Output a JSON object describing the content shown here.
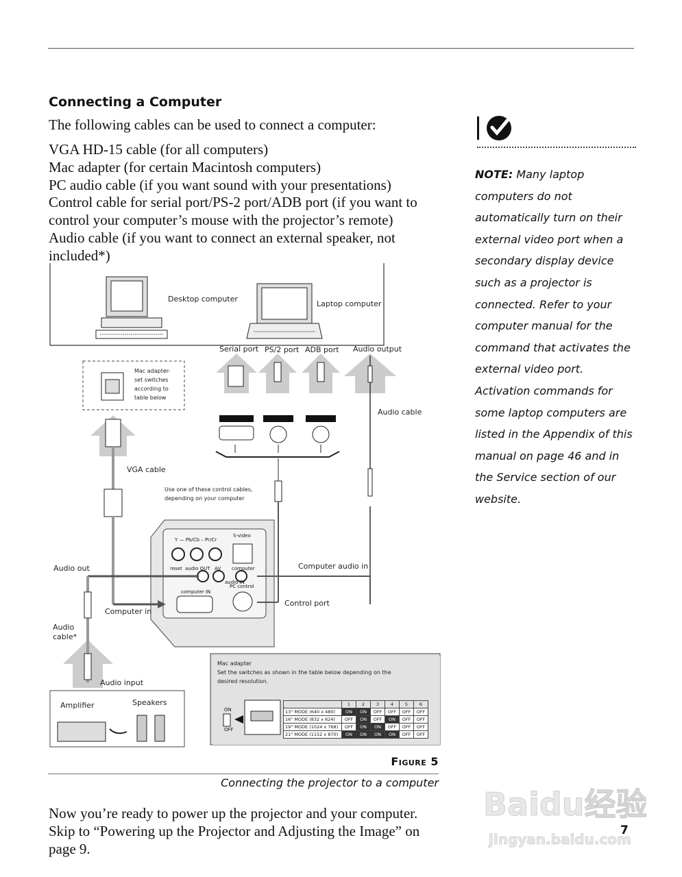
{
  "section_title": "Connecting a Computer",
  "intro": "The following cables can be used to connect a computer:",
  "cables": [
    "VGA HD-15 cable (for all computers)",
    "Mac adapter (for certain Macintosh computers)",
    "PC audio cable (if you want sound with your presentations)",
    "Control cable for serial port/PS-2 port/ADB port (if you want to",
    "control your computer’s mouse with the projector’s remote)",
    "Audio cable (if you want to connect an external speaker, not",
    "included*)"
  ],
  "note": {
    "label": "NOTE:",
    "text": " Many laptop computers do not automatically turn on their external video port when a secondary display device such as a projector is connected. Refer to your computer manual for the command that activates the external video port. Activation commands for some laptop computers are listed in the Appendix of this manual on page 46 and in the Service section of our website."
  },
  "diagram": {
    "desktop_computer": "Desktop computer",
    "laptop_computer": "Laptop computer",
    "serial_port": "Serial port",
    "ps2_port": "PS/2 port",
    "adb_port": "ADB port",
    "audio_output": "Audio output",
    "mac_adapter_note_1": "Mac adapter-",
    "mac_adapter_note_2": "set switches",
    "mac_adapter_note_3": "according to",
    "mac_adapter_note_4": "table below",
    "audio_cable": "Audio cable",
    "vga_cable": "VGA cable",
    "control_cables_1": "Use one of these control cables,",
    "control_cables_2": "depending on your computer",
    "audio_out": "Audio out",
    "computer_audio_in": "Computer audio in",
    "computer_in": "Computer in",
    "control_port": "Control port",
    "audio_cable_star_1": "Audio",
    "audio_cable_star_2": "cable*",
    "audio_input": "Audio input",
    "amplifier": "Amplifier",
    "speakers": "Speakers",
    "panel": {
      "ypbpr": "Y — Pb/Cb – Pr/Cr",
      "svideo": "S-video",
      "reset": "reset",
      "audio_out": "audio OUT",
      "av": "AV",
      "computer": "computer",
      "audio_in": "audio IN",
      "computer_in": "computer IN",
      "pc_control": "PC control"
    },
    "mac_box": {
      "title": "Mac adapter",
      "text_1": "Set the switches as shown in the table below depending on the",
      "text_2": "desired resolution.",
      "on": "ON",
      "off": "OFF"
    }
  },
  "switch_table": {
    "columns": [
      "1",
      "2",
      "3",
      "4",
      "5",
      "6"
    ],
    "rows": [
      {
        "mode": "13\" MODE (640 x 480)",
        "values": [
          "ON",
          "ON",
          "OFF",
          "OFF",
          "OFF",
          "OFF"
        ]
      },
      {
        "mode": "16\" MODE (832 x 624)",
        "values": [
          "OFF",
          "ON",
          "OFF",
          "ON",
          "OFF",
          "OFF"
        ]
      },
      {
        "mode": "19\" MODE (1024 x 768)",
        "values": [
          "OFF",
          "ON",
          "ON",
          "OFF",
          "OFF",
          "OFF"
        ]
      },
      {
        "mode": "21\" MODE (1152 x 870)",
        "values": [
          "ON",
          "ON",
          "ON",
          "ON",
          "OFF",
          "OFF"
        ]
      }
    ]
  },
  "figure_label": "Figure 5",
  "figure_caption": "Connecting the projector to a computer",
  "closing": "Now you’re ready to power up the projector and your computer. Skip to “Powering up the Projector and Adjusting the Image” on page 9.",
  "page_number": "7",
  "watermark": {
    "brand": "Baidu经验",
    "url": "jingyan.baidu.com"
  }
}
